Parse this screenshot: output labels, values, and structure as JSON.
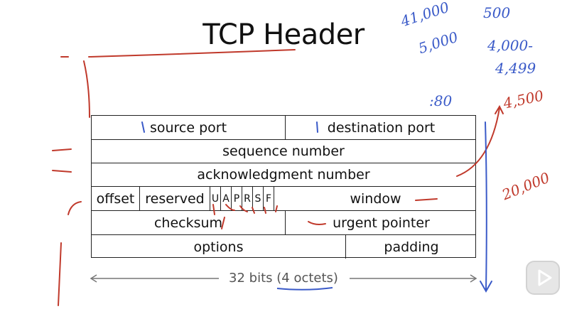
{
  "title": "TCP Header",
  "fields": {
    "source_port": "source port",
    "destination_port": "destination port",
    "sequence_number": "sequence number",
    "acknowledgment_number": "acknowledgment number",
    "offset": "offset",
    "reserved": "reserved",
    "flags": [
      "U",
      "A",
      "P",
      "R",
      "S",
      "F"
    ],
    "window": "window",
    "checksum": "checksum",
    "urgent_pointer": "urgent pointer",
    "options": "options",
    "padding": "padding"
  },
  "footer": {
    "width_label": "32 bits (4 octets)"
  },
  "annotations": {
    "n1": "41,000",
    "n2": "500",
    "n3": "5,000",
    "n4": "4,000-",
    "n5": "4,499",
    "n6": ":80",
    "n7": "4,500",
    "n8": "20,000"
  },
  "colors": {
    "ink_red": "#c0392b",
    "ink_blue": "#3a5ac8"
  }
}
